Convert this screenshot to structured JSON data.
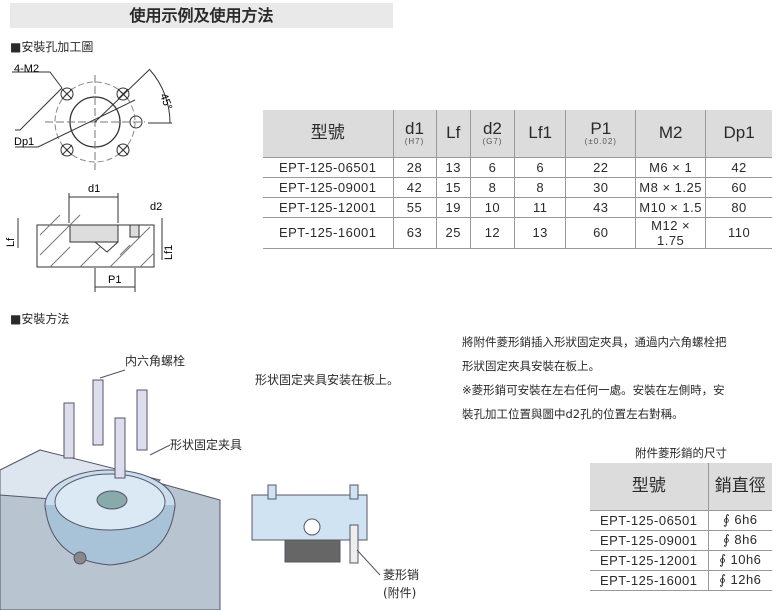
{
  "title": "使用示例及使用方法",
  "section1": "■安裝孔加工圖",
  "section2": "■安裝方法",
  "drawing_labels": {
    "m2": "4-M2",
    "angle": "45°",
    "dp1": "Dp1",
    "d1": "d1",
    "d2": "d2",
    "lf": "Lf",
    "lf1": "Lf1",
    "p1": "P1"
  },
  "spec_table": {
    "headers": [
      {
        "label": "型號",
        "sub": ""
      },
      {
        "label": "d1",
        "sub": "(H7)"
      },
      {
        "label": "Lf",
        "sub": ""
      },
      {
        "label": "d2",
        "sub": "(G7)"
      },
      {
        "label": "Lf1",
        "sub": ""
      },
      {
        "label": "P1",
        "sub": "(±0.02)"
      },
      {
        "label": "M2",
        "sub": ""
      },
      {
        "label": "Dp1",
        "sub": ""
      }
    ],
    "rows": [
      [
        "EPT-125-06501",
        "28",
        "13",
        "6",
        "6",
        "22",
        "M6 × 1",
        "42"
      ],
      [
        "EPT-125-09001",
        "42",
        "15",
        "8",
        "8",
        "30",
        "M8 × 1.25",
        "60"
      ],
      [
        "EPT-125-12001",
        "55",
        "19",
        "10",
        "11",
        "43",
        "M10 × 1.5",
        "80"
      ],
      [
        "EPT-125-16001",
        "63",
        "25",
        "12",
        "13",
        "60",
        "M12 × 1.75",
        "110"
      ]
    ]
  },
  "illustration_labels": {
    "bolt": "内六角螺栓",
    "fixture": "形状固定夹具",
    "plate_note": "形状固定夹具安装在板上。",
    "pin": "菱形销",
    "pin_sub": "(附件)"
  },
  "instructions": [
    "將附件菱形銷插入形狀固定夾具，通過内六角螺栓把",
    "形狀固定夾具安裝在板上。",
    "※菱形銷可安裝在左右任何一處。安裝在左側時，安",
    "裝孔加工位置與圖中d2孔的位置左右對稱。"
  ],
  "pin_table": {
    "caption": "附件菱形銷的尺寸",
    "headers": [
      "型號",
      "銷直徑"
    ],
    "rows": [
      [
        "EPT-125-06501",
        "∮ 6h6"
      ],
      [
        "EPT-125-09001",
        "∮ 8h6"
      ],
      [
        "EPT-125-12001",
        "∮ 10h6"
      ],
      [
        "EPT-125-16001",
        "∮ 12h6"
      ]
    ]
  }
}
